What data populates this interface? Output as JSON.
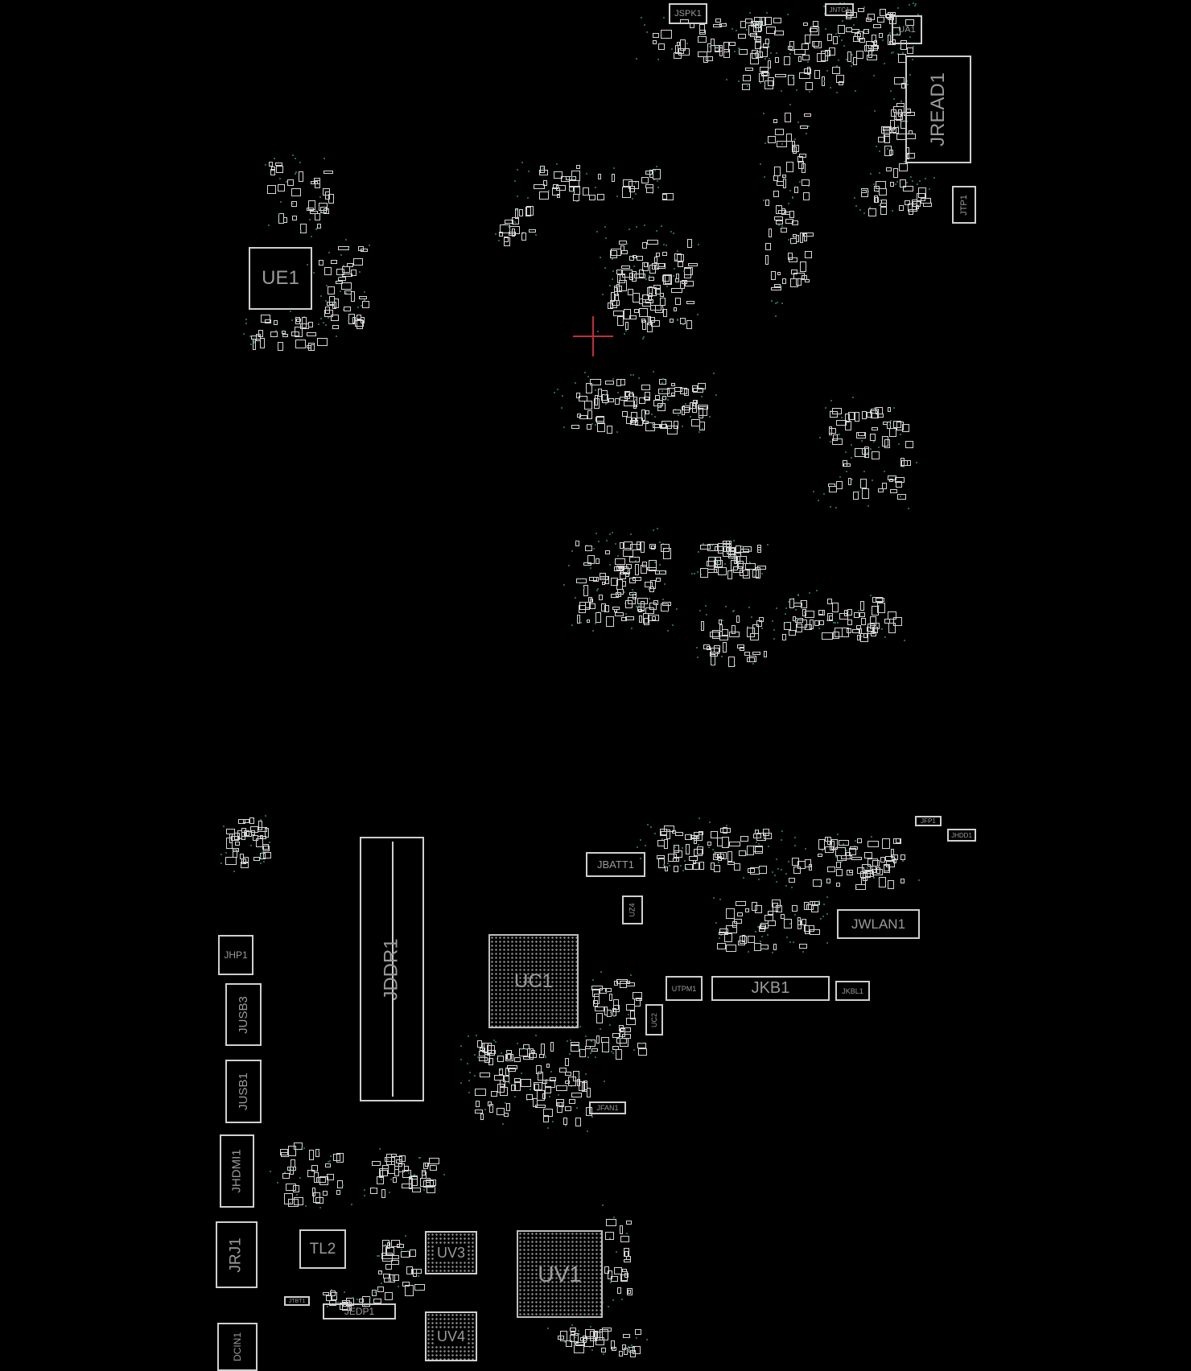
{
  "viewer": {
    "title": "Boardview",
    "cursor_icon": "crosshair-icon"
  },
  "components": {
    "JSPK1": "JSPK1",
    "JNTC1": "JNTC1",
    "UA1": "UA1",
    "JREAD1": "JREAD1",
    "JTP1": "JTP1",
    "UE1": "UE1",
    "JDDR1": "JDDR1",
    "UC1": "UC1",
    "JBATT1": "JBATT1",
    "JWLAN1": "JWLAN1",
    "JKB1": "JKB1",
    "UTPM1": "UTPM1",
    "JKBL1": "JKBL1",
    "JHP1": "JHP1",
    "JUSB3": "JUSB3",
    "JUSB1": "JUSB1",
    "JHDMI1": "JHDMI1",
    "JRJ1": "JRJ1",
    "DCIN1": "DCIN1",
    "TL2": "TL2",
    "UV3": "UV3",
    "UV4": "UV4",
    "UV1": "UV1",
    "JEDP1": "JEDP1",
    "JFAN1": "JFAN1",
    "UC2": "UC2",
    "UZ4": "UZ4",
    "JFP1": "JFP1",
    "JHDD1": "JHDD1",
    "JTBT1": "JTBT1"
  },
  "colors": {
    "background": "#000000",
    "outline": "#cfcfcf",
    "via": "#2f8a78",
    "cursor": "#c0303a"
  }
}
